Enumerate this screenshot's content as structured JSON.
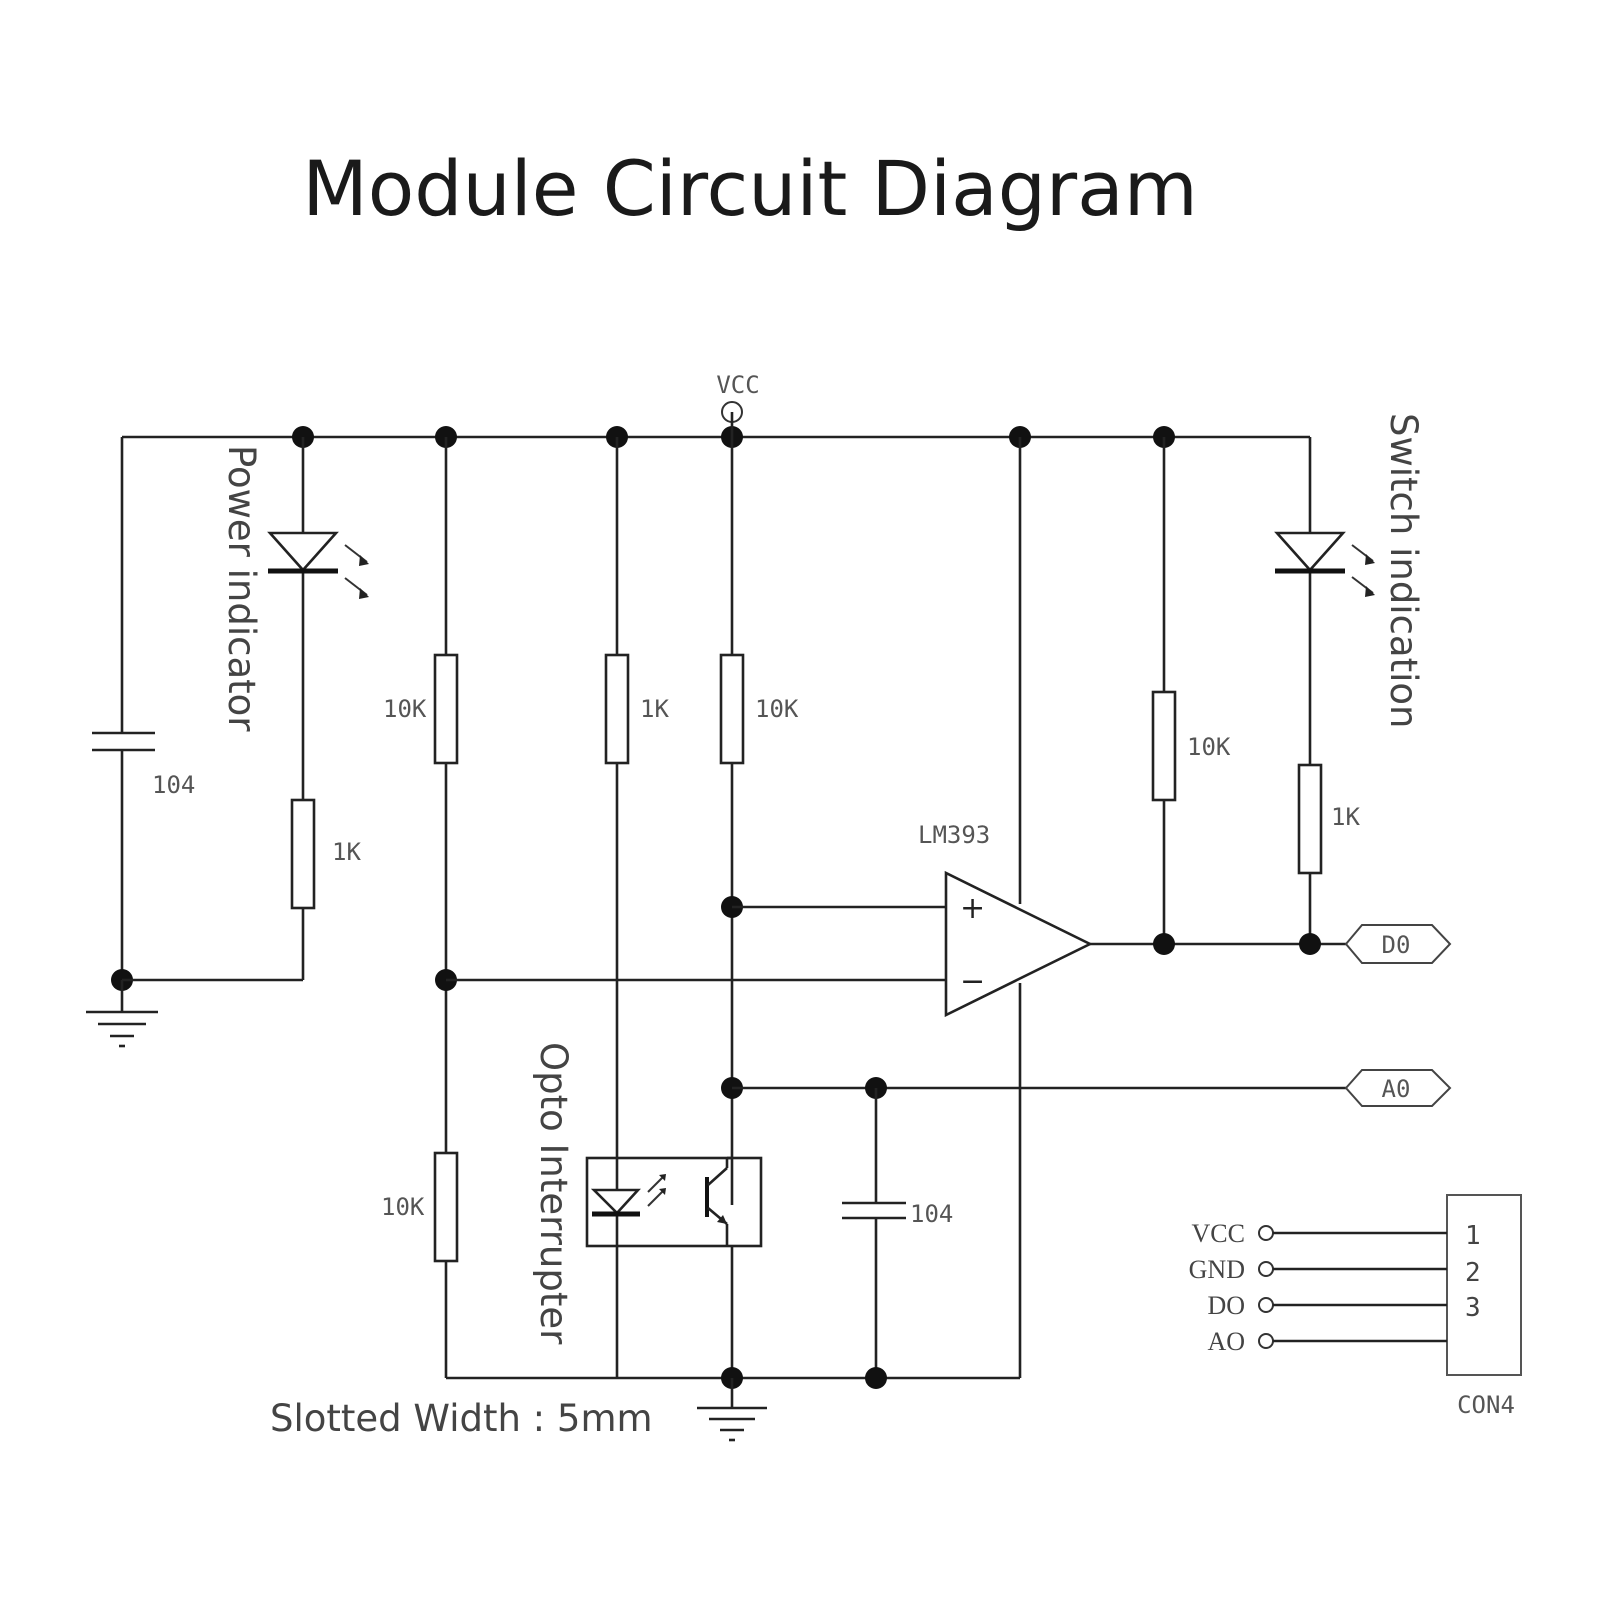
{
  "title": "Module Circuit Diagram",
  "supply": {
    "label": "VCC"
  },
  "indicators": {
    "power": {
      "label": "Power indicator",
      "resistor": "1K",
      "capacitor": "104"
    },
    "switch": {
      "label": "Switch indication",
      "pullup": "10K",
      "resistor": "1K"
    }
  },
  "divider": {
    "top": "10K",
    "bottom": "10K"
  },
  "emitter_resistor": "1K",
  "collector_resistor": "10K",
  "comparator": {
    "part": "LM393",
    "plus": "+",
    "minus": "−"
  },
  "filter_capacitor": "104",
  "sensor": {
    "label": "Opto Interrupter",
    "note": "Slotted Width : 5mm"
  },
  "outputs": [
    {
      "id": "DO",
      "label": "D0"
    },
    {
      "id": "AO",
      "label": "A0"
    }
  ],
  "connector": {
    "name": "CON4",
    "pins": [
      {
        "signal": "VCC",
        "number": "1"
      },
      {
        "signal": "GND",
        "number": "2"
      },
      {
        "signal": "DO",
        "number": "3"
      },
      {
        "signal": "AO",
        "number": ""
      }
    ]
  }
}
